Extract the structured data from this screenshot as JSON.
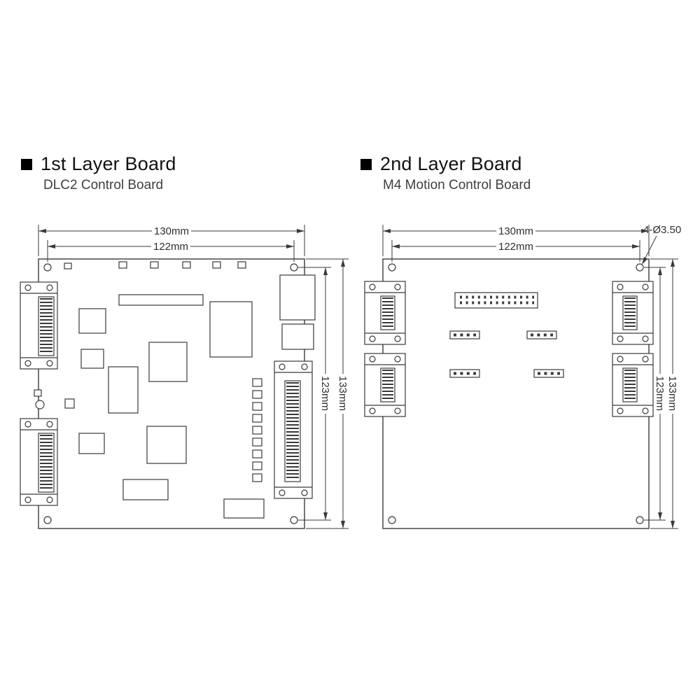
{
  "sections": {
    "left": {
      "title": "1st Layer Board",
      "subtitle": "DLC2 Control Board",
      "dimensions": {
        "width_outer": "130mm",
        "width_inner": "122mm",
        "height_outer": "133mm",
        "height_inner": "123mm"
      }
    },
    "right": {
      "title": "2nd Layer Board",
      "subtitle": "M4 Motion Control Board",
      "dimensions": {
        "width_outer": "130mm",
        "width_inner": "122mm",
        "height_outer": "133mm",
        "height_inner": "123mm"
      },
      "hole_callout": "4-Ø3.50"
    }
  },
  "colors": {
    "background": "#ffffff",
    "line": "#3a3a3a",
    "text": "#2f2f2f",
    "heading": "#121212"
  }
}
